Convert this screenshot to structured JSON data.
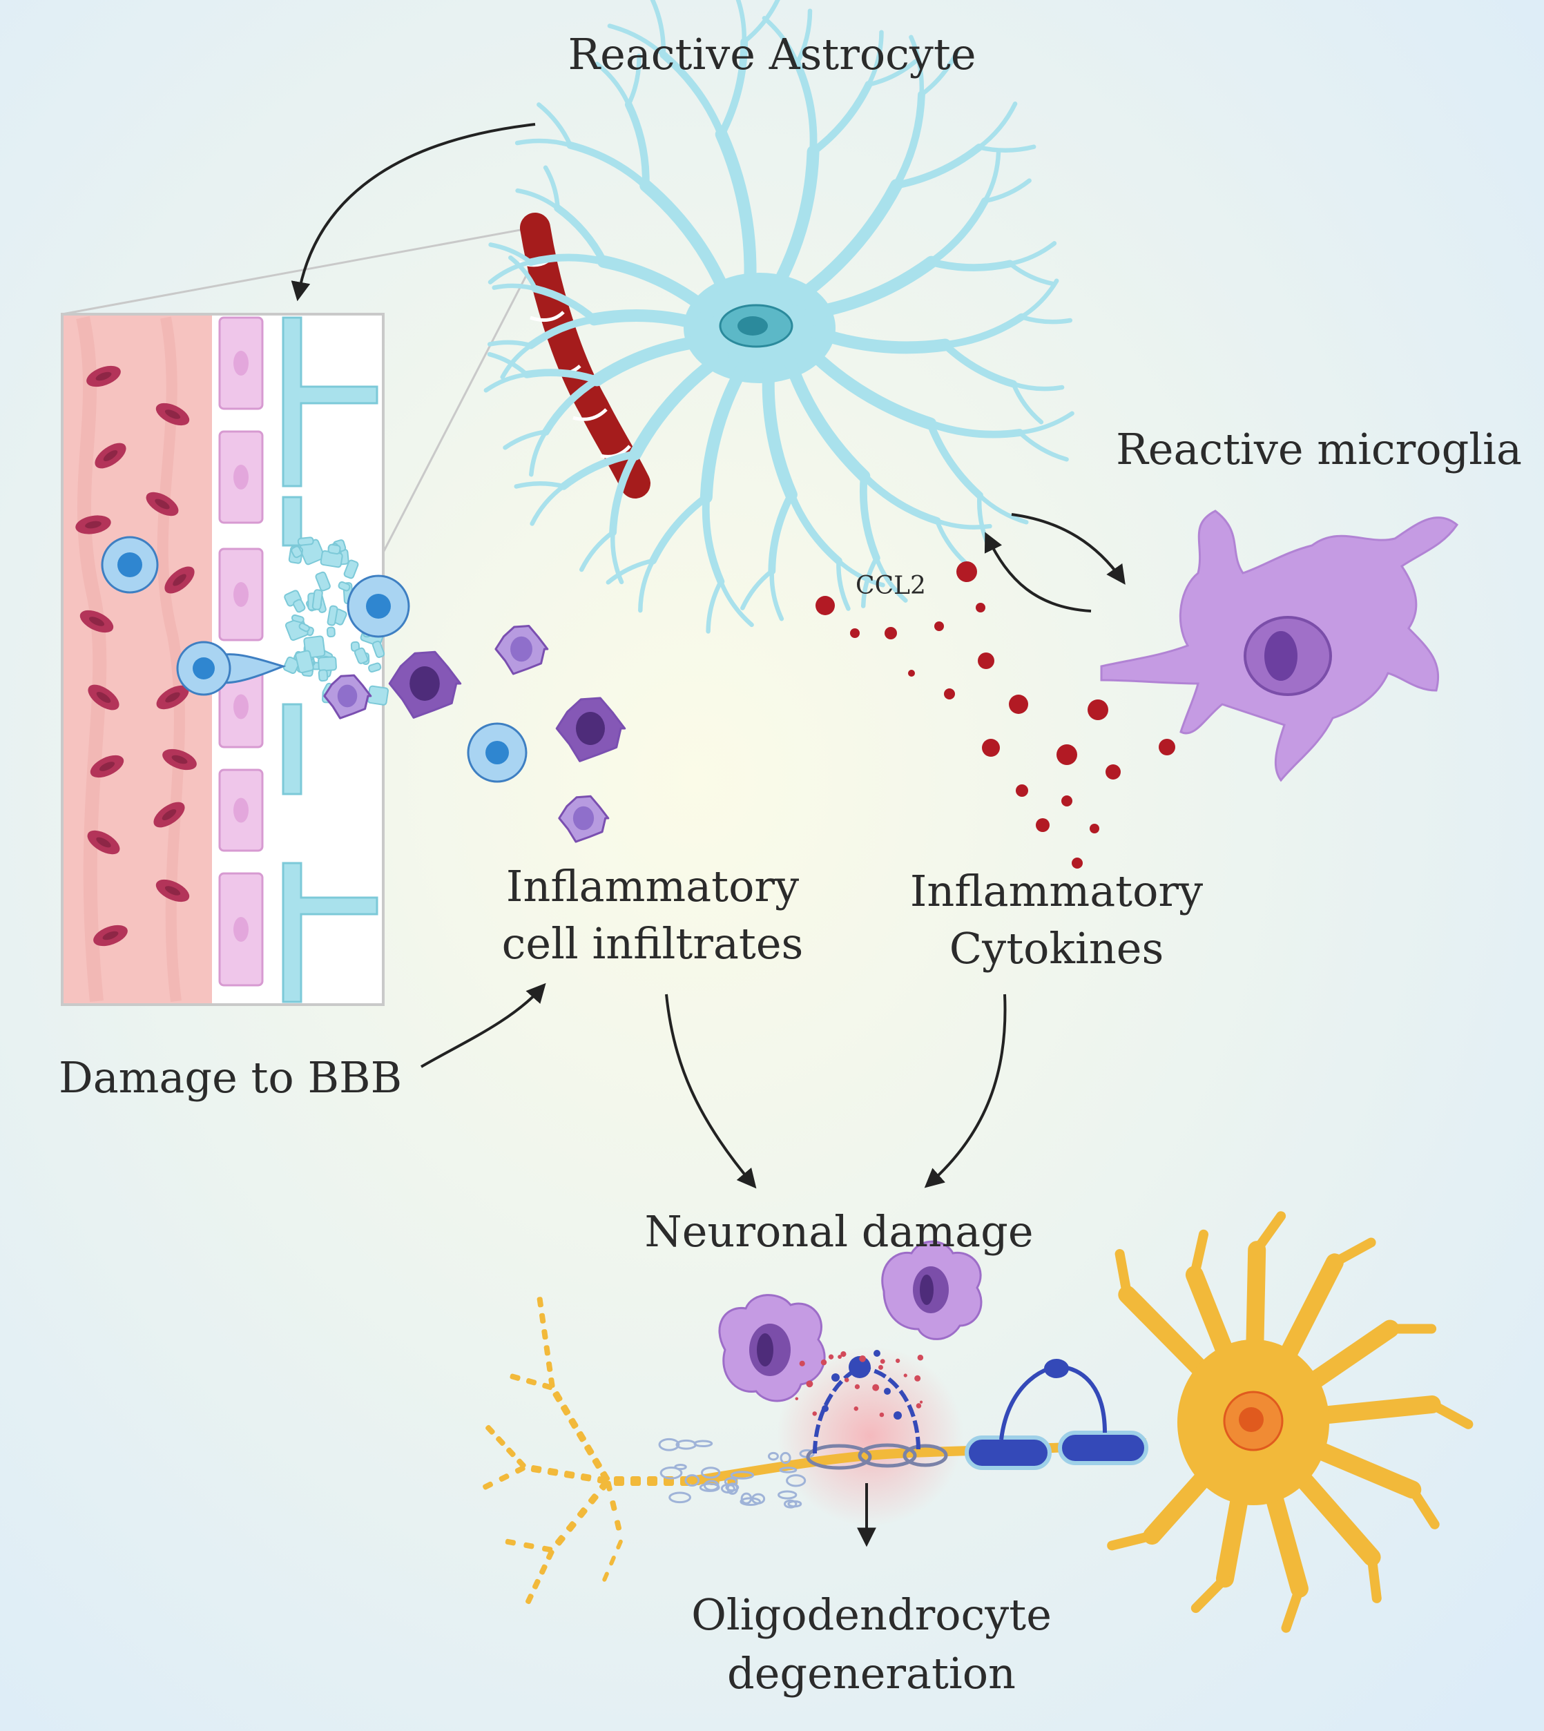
{
  "labels": {
    "reactive_astrocyte": "Reactive Astrocyte",
    "reactive_microglia": "Reactive microglia",
    "ccl2": "CCL2",
    "infiltrates_line1": "Inflammatory",
    "infiltrates_line2": "cell infiltrates",
    "cytokines_line1": "Inflammatory",
    "cytokines_line2": "Cytokines",
    "damage_bbb": "Damage to BBB",
    "neuronal_damage": "Neuronal damage",
    "oligo_line1": "Oligodendrocyte",
    "oligo_line2": "degeneration"
  },
  "colors": {
    "background_center": "#fbfbe8",
    "background_edge": "#dcecf8",
    "astrocyte": "#a9e1ec",
    "astrocyte_nucleus": "#2b8a9c",
    "blood_vessel": "#a51c1c",
    "vessel_lumen": "#f6c3c0",
    "red_blood_cell": "#b33459",
    "endothelial": "#efc6ea",
    "lymphocyte": "#2f86d0",
    "monocyte": "#8558b6",
    "microglia": "#c59be3",
    "cytokine": "#b21a24",
    "neuron": "#f2b93a",
    "myelin": "#3449b8",
    "arrow": "#222222"
  }
}
